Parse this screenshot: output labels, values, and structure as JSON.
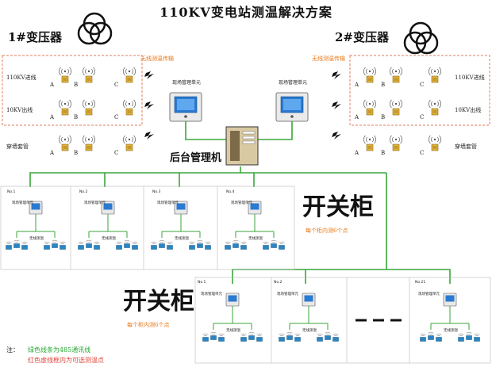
{
  "title": "110KV变电站测温解决方案",
  "transformer_1": {
    "label": "1#变压器"
  },
  "transformer_2": {
    "label": "2#变压器"
  },
  "wireless_transmission": "无线测温传输",
  "phases": [
    "A",
    "B",
    "C"
  ],
  "rows_left": [
    "110KV进线",
    "10KV出线",
    "穿墙套管"
  ],
  "rows_right": [
    "110KV进线",
    "10KV出线",
    "穿墙套管"
  ],
  "field_unit": "现场管理单元",
  "backend": "后台管理机",
  "switchgear_title": "开关柜",
  "switchgear_caption_top": "每个柜内测6个点",
  "switchgear_caption_bottom": "每个柜内测6个点",
  "cabinets_top": [
    {
      "no": "No.1",
      "unit": "现场管理单元",
      "sensor_label": "无线测温"
    },
    {
      "no": "No.2",
      "unit": "现场管理单元",
      "sensor_label": "无线测温"
    },
    {
      "no": "No.3",
      "unit": "现场管理单元",
      "sensor_label": "无线测温"
    },
    {
      "no": "No.4",
      "unit": "现场管理单元",
      "sensor_label": "无线测温"
    }
  ],
  "cabinets_bottom": [
    {
      "no": "No.1",
      "unit": "现场管理单元",
      "sensor_label": "无线测温"
    },
    {
      "no": "No.2",
      "unit": "现场管理单元",
      "sensor_label": "无线测温"
    },
    {
      "no": "No.21",
      "unit": "现场管理单元",
      "sensor_label": "无线测温"
    }
  ],
  "ellipsis": "— — —",
  "notes": {
    "prefix": "注：",
    "line1": "绿色线条为485通讯线",
    "line2": "红色虚线框内为可选测温点"
  },
  "colors": {
    "bus_line": "#3aa63a",
    "dashed_box": "#e07b5c",
    "orange_text": "#e87818",
    "sensor_blue": "#1b6fa8",
    "sensor_yellow": "#e2b23a"
  }
}
